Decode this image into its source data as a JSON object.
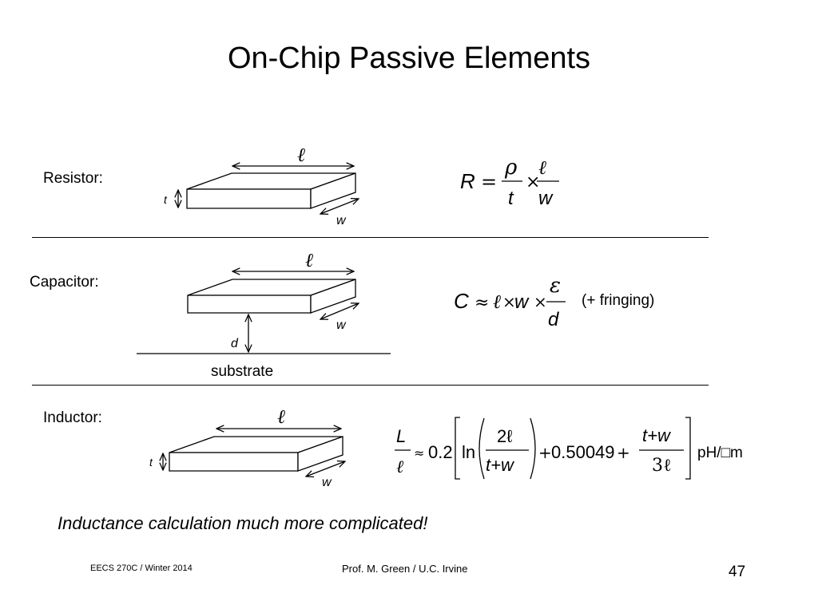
{
  "slide": {
    "title": "On-Chip Passive Elements",
    "note": "Inductance calculation much more complicated!",
    "footer_left": "EECS 270C / Winter 2014",
    "footer_center": "Prof. M. Green / U.C. Irvine",
    "page_number": "47"
  },
  "resistor": {
    "label": "Resistor:",
    "dims": {
      "length": "ℓ",
      "thickness": "t",
      "width": "w"
    },
    "formula": {
      "lhs": "R",
      "eq": "=",
      "num1": "ρ",
      "den1": "t",
      "times": "×",
      "num2": "ℓ",
      "den2": "w"
    }
  },
  "capacitor": {
    "label": "Capacitor:",
    "dims": {
      "length": "ℓ",
      "width": "w",
      "gap": "d"
    },
    "substrate": "substrate",
    "formula": {
      "lhs": "C",
      "approx": "≈",
      "l": "ℓ",
      "times1": "×",
      "w": "w",
      "times2": "×",
      "num": "ε",
      "den": "d"
    },
    "note": "(+ fringing)"
  },
  "inductor": {
    "label": "Inductor:",
    "dims": {
      "length": "ℓ",
      "thickness": "t",
      "width": "w"
    },
    "formula": {
      "lhs_num": "L",
      "lhs_den": "ℓ",
      "approx": "≈",
      "coef": "0.2",
      "ln": "ln",
      "in_num": "2ℓ",
      "in_den": "t+w",
      "plus1": "+",
      "c2": "0.50049",
      "plus2": "+",
      "r_num": "t+w",
      "r_den": "3ℓ",
      "unit": "pH/□m"
    }
  }
}
